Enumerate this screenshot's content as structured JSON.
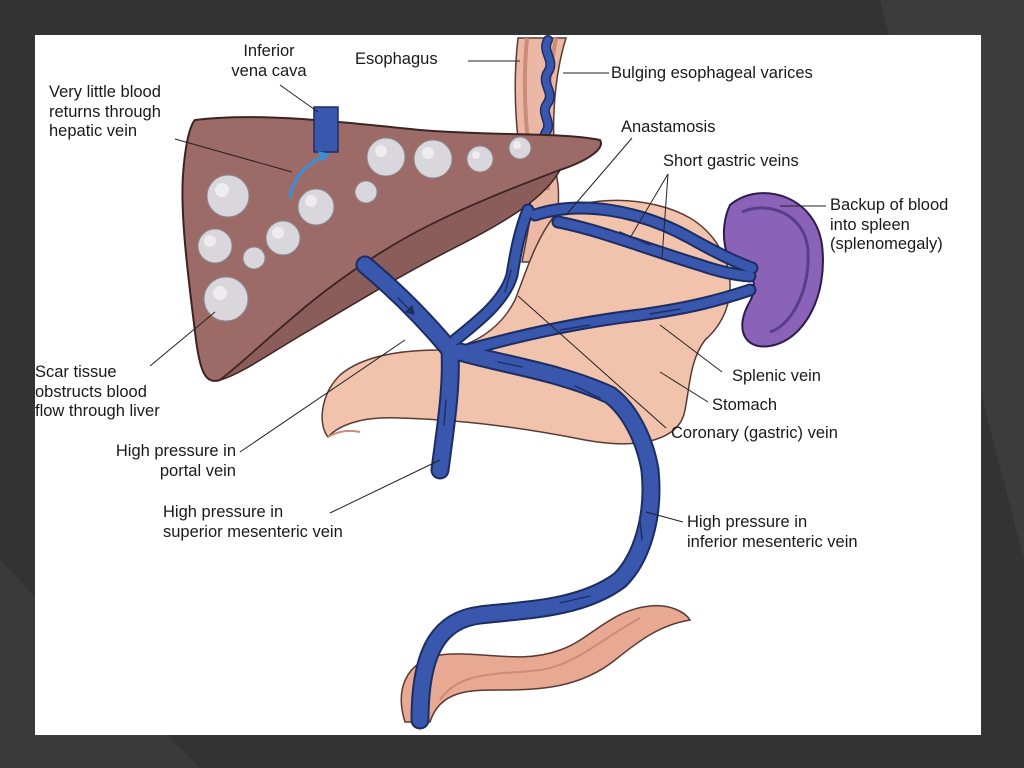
{
  "diagram": {
    "labels": {
      "inferior_vena_cava": [
        "Inferior",
        "vena cava"
      ],
      "esophagus": "Esophagus",
      "bulging_varices": "Bulging esophageal varices",
      "little_blood_returns": [
        "Very little blood",
        "returns through",
        "hepatic vein"
      ],
      "anastamosis": "Anastamosis",
      "short_gastric_veins": "Short gastric veins",
      "backup_spleen": [
        "Backup of blood",
        "into spleen",
        "(splenomegaly)"
      ],
      "scar_tissue": [
        "Scar tissue",
        "obstructs blood",
        "flow through liver"
      ],
      "splenic_vein": "Splenic vein",
      "stomach": "Stomach",
      "coronary_vein": "Coronary (gastric) vein",
      "portal_vein": [
        "High pressure in",
        "portal vein"
      ],
      "superior_mesenteric": [
        "High pressure in",
        "superior mesenteric vein"
      ],
      "inferior_mesenteric": [
        "High pressure in",
        "inferior mesenteric vein"
      ]
    },
    "colors": {
      "background": "#333333",
      "panel": "#ffffff",
      "liver": "#9c6b68",
      "liver_dark": "#8a5c5a",
      "vein": "#3a57ae",
      "vein_outline": "#1c2d63",
      "stomach": "#f1c3ad",
      "spleen": "#8a63b8",
      "intestine": "#e7a991",
      "nodule": "#d9d6dc"
    }
  }
}
